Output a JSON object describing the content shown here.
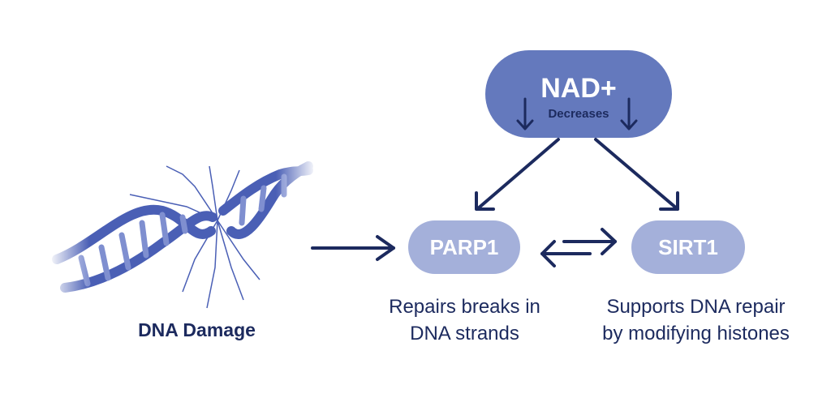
{
  "nodes": {
    "nad": {
      "label": "NAD+",
      "sublabel": "Decreases"
    },
    "parp1": {
      "label": "PARP1",
      "description": "Repairs breaks in DNA strands"
    },
    "sirt1": {
      "label": "SIRT1",
      "description": "Supports DNA repair by modifying histones"
    },
    "dna": {
      "label": "DNA Damage"
    }
  },
  "colors": {
    "dark": "#1c2a5e",
    "nad_fill": "#6479bd",
    "enzyme_fill": "#a4b0da",
    "dna": "#4a5fb5"
  }
}
